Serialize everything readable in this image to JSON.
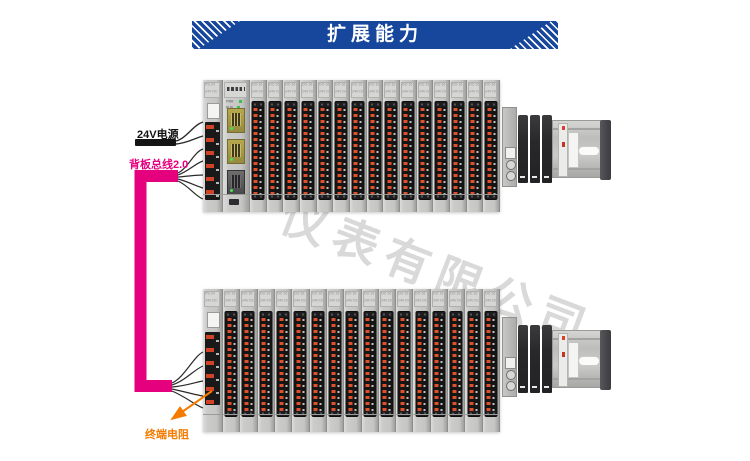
{
  "banner": {
    "title": "扩展能力"
  },
  "watermark": {
    "text": "仪表有限公司"
  },
  "annotations": {
    "power_cable": "24V电源",
    "backplane_bus": "背板总线2.0",
    "terminal_resistor": "终端电阻"
  },
  "colors": {
    "banner_blue": "#17479d",
    "bus_magenta": "#e5007d",
    "resistor_orange": "#f57b00",
    "module_gray": "#cbccca",
    "terminal_clamp_orange": "#d04327",
    "cable_black": "#141414"
  },
  "racks": [
    {
      "id": "rack-top",
      "has_cpu": true,
      "io_count": 15,
      "power_label": [
        "PS 24",
        "24V DC"
      ],
      "io_label": [
        "DO 16",
        "24V DC"
      ],
      "cpu_leds": [
        "PWR",
        "RUN"
      ]
    },
    {
      "id": "rack-bottom",
      "has_cpu": false,
      "io_count": 16,
      "power_label": [
        "PS 24",
        "24V DC"
      ],
      "io_label": [
        "DO 16",
        "24V DC"
      ],
      "cpu_leds": []
    }
  ]
}
